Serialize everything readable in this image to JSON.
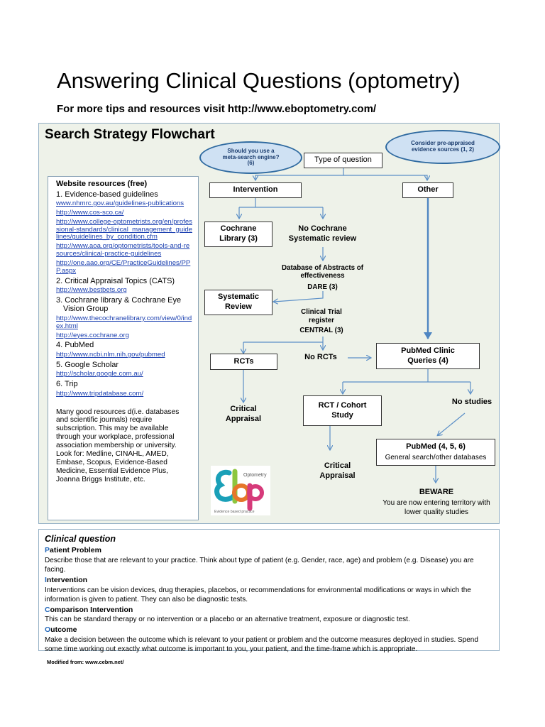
{
  "page": {
    "title": "Answering Clinical Questions (optometry)",
    "subtitle": "For more tips and resources visit http://www.eboptometry.com/"
  },
  "flowchart": {
    "title": "Search Strategy Flowchart",
    "bubble_left": "Should you use a meta-search engine? (6)",
    "bubble_right": "Consider pre-appraised evidence sources (1, 2)",
    "type_of_question": "Type of question",
    "intervention": "Intervention",
    "other": "Other",
    "cochrane_library": "Cochrane Library (3)",
    "no_cochrane": "No Cochrane Systematic review",
    "dare_line1": "Database of Abstracts of effectiveness",
    "dare_line2": "DARE (3)",
    "systematic_review": "Systematic Review",
    "central_line1": "Clinical Trial register",
    "central_line2": "CENTRAL (3)",
    "rcts": "RCTs",
    "no_rcts": "No RCTs",
    "pubmed_clinic": "PubMed Clinic Queries (4)",
    "critical_appraisal_left": "Critical Appraisal",
    "rct_cohort": "RCT / Cohort Study",
    "no_studies": "No studies",
    "critical_appraisal_mid": "Critical Appraisal",
    "pubmed_456": "PubMed (4, 5, 6)",
    "pubmed_456_sub": "General search/other databases",
    "beware": "BEWARE",
    "beware_text": "You are now entering territory with lower quality studies"
  },
  "resources": {
    "heading": "Website resources (free)",
    "cat1": "1.   Evidence-based guidelines",
    "links1": [
      "www.nhmrc.gov.au/guidelines-publications",
      "http://www.cos-sco.ca/",
      "http://www.college-optometrists.org/en/professional-standards/clinical_management_guidelines/guidelines_by_condition.cfm",
      "http://www.aoa.org/optometrists/tools-and-resources/clinical-practice-guidelines",
      "http://one.aao.org/CE/PracticeGuidelines/PPP.aspx"
    ],
    "cat2": "2.   Critical Appraisal Topics (CATS)",
    "links2": [
      "http://www.bestbets.org"
    ],
    "cat3": "3.    Cochrane library & Cochrane Eye Vision Group",
    "links3": [
      "http://www.thecochranelibrary.com/view/0/index.html",
      "http://eyes.cochrane.org"
    ],
    "cat4": "4.    PubMed",
    "links4": [
      "http://www.ncbi.nlm.nih.gov/pubmed"
    ],
    "cat5": "5.    Google Scholar",
    "links5": [
      "http://scholar.google.com.au/"
    ],
    "cat6": "6.    Trip",
    "links6": [
      "http://www.tripdatabase.com/"
    ],
    "note": "Many good resources d(i.e. databases and scientific journals) require subscription. This may be available through your workplace, professional association membership or university. Look for: Medline,  CINAHL, AMED, Embase, Scopus, Evidence-Based Medicine, Essential Evidence Plus, Joanna Briggs Institute, etc."
  },
  "logo": {
    "label": "Optometry",
    "tagline": "Evidence based  practice"
  },
  "clinical": {
    "title": "Clinical question",
    "items": [
      {
        "first": "P",
        "rest": "atient Problem",
        "desc": "Describe those that are relevant to your practice. Think about type of patient (e.g. Gender, race, age) and problem (e.g. Disease) you are facing."
      },
      {
        "first": "I",
        "rest": "ntervention",
        "desc": "Interventions can be vision devices, drug therapies, placebos, or recommendations for environmental modifications or ways in which the information is given to patient. They can also be diagnostic tests."
      },
      {
        "first": "C",
        "rest": "omparison Intervention",
        "desc": "This can be standard therapy or no intervention or a placebo or an alternative treatment, exposure or diagnostic test."
      },
      {
        "first": "O",
        "rest": "utcome",
        "desc": "Make a decision between the outcome which is relevant to your patient or problem and the outcome measures deployed in studies. Spend some time working out exactly what outcome is important to you, your patient, and the time-frame which is appropriate."
      }
    ]
  },
  "footer": "Modified from:  www.cebm.net/",
  "colors": {
    "panel_bg": "#eef2e9",
    "panel_border": "#93afc5",
    "arrow": "#5b8fc7",
    "bubble_fill": "#cfe1f3",
    "bubble_border": "#2f6aa0",
    "link": "#1a3fb0",
    "acronym_letter": "#2266b8"
  }
}
